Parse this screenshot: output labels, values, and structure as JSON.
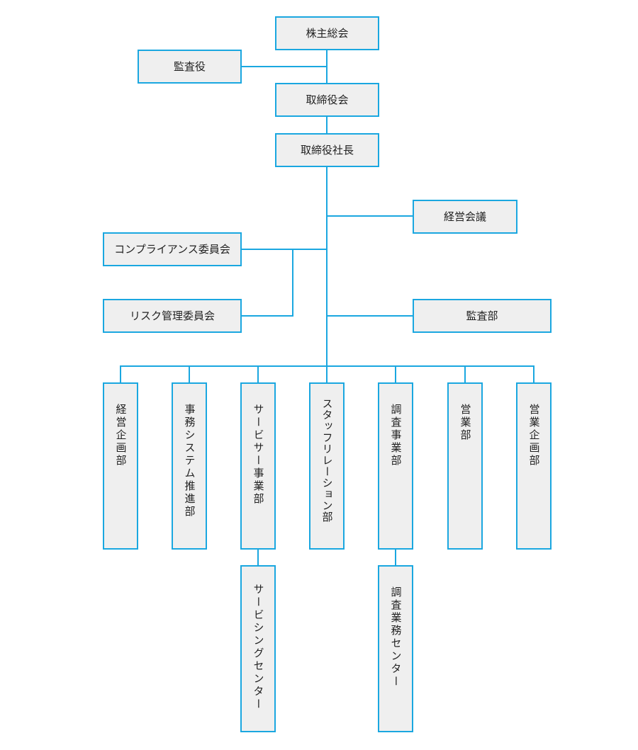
{
  "org_chart": {
    "shareholders_meeting": "株主総会",
    "auditor": "監査役",
    "board_of_directors": "取締役会",
    "president": "取締役社長",
    "management_meeting": "経営会議",
    "compliance_committee": "コンプライアンス委員会",
    "risk_committee": "リスク管理委員会",
    "audit_department": "監査部",
    "departments": [
      {
        "label": "経営企画部"
      },
      {
        "label": "事務システム推進部"
      },
      {
        "label": "サービサー事業部"
      },
      {
        "label": "スタッフリレーション部"
      },
      {
        "label": "調査事業部"
      },
      {
        "label": "営業部"
      },
      {
        "label": "営業企画部"
      }
    ],
    "sub_units": {
      "servicing_center": "サービシングセンター",
      "research_center": "調査業務センター"
    },
    "colors": {
      "line": "#1aa7e0",
      "box_fill": "#efefef",
      "box_border": "#1aa7e0"
    }
  }
}
